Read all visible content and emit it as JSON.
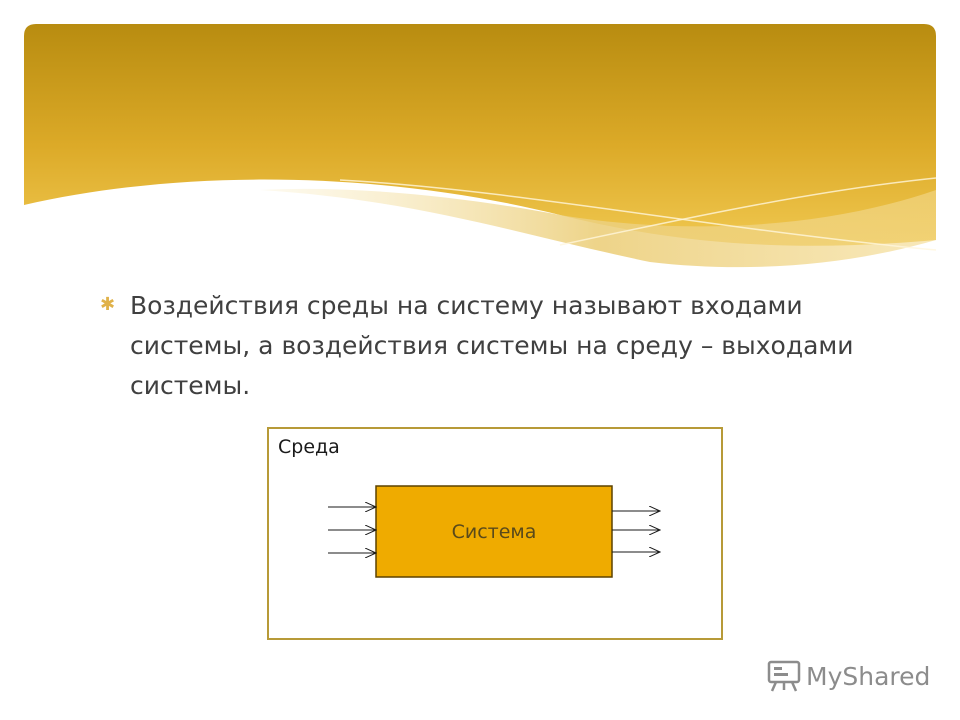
{
  "slide": {
    "bullet_text": "Воздействия среды на систему называют входами системы, а воздействия системы на среду – выходами системы.",
    "bullet_icon": "asterisk-bullet-icon"
  },
  "diagram": {
    "environment_label": "Среда",
    "system_label": "Система",
    "inputs": 3,
    "outputs": 3
  },
  "watermark": {
    "text": "MyShared",
    "icon": "presentation-board-icon"
  },
  "colors": {
    "banner_dark": "#b88c10",
    "banner_light": "#f0c850",
    "system_fill": "#efab00",
    "environment_border": "#b79a38",
    "text": "#404040"
  }
}
